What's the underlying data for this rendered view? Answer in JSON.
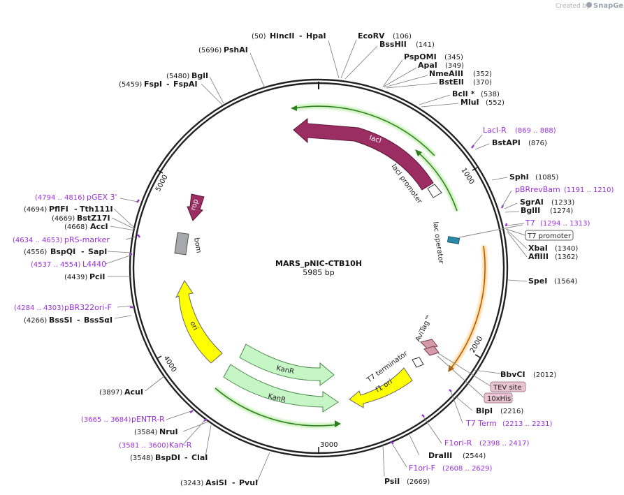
{
  "credit": {
    "prefix": "Created by",
    "brand": "SnapGene"
  },
  "plasmid": {
    "name": "MARS_pNIC-CTB10H",
    "length_label": "5985 bp",
    "length": 5985
  },
  "ticks": [
    "1000",
    "2000",
    "3000",
    "4000",
    "5000"
  ],
  "sites": [
    {
      "name": "HincII",
      "name2": "HpaI",
      "pos": "(50)"
    },
    {
      "name": "EcoRV",
      "pos": "(106)"
    },
    {
      "name": "BssHII",
      "pos": "(141)"
    },
    {
      "name": "PspOMI",
      "pos": "(345)"
    },
    {
      "name": "ApaI",
      "pos": "(349)"
    },
    {
      "name": "NmeAIII",
      "pos": "(352)"
    },
    {
      "name": "BstEII",
      "pos": "(370)"
    },
    {
      "name": "BclI *",
      "pos": "(538)"
    },
    {
      "name": "MluI",
      "pos": "(552)"
    },
    {
      "name": "BstAPI",
      "pos": "(876)"
    },
    {
      "name": "SphI",
      "pos": "(1085)"
    },
    {
      "name": "SgrAI",
      "pos": "(1233)"
    },
    {
      "name": "BglII",
      "pos": "(1274)"
    },
    {
      "name": "XbaI",
      "pos": "(1340)"
    },
    {
      "name": "AflIII",
      "pos": "(1362)"
    },
    {
      "name": "SpeI",
      "pos": "(1564)"
    },
    {
      "name": "BbvCI",
      "pos": "(2012)"
    },
    {
      "name": "BlpI",
      "pos": "(2216)"
    },
    {
      "name": "DraIII",
      "pos": "(2544)"
    },
    {
      "name": "PsiI",
      "pos": "(2669)"
    },
    {
      "name": "AsiSI",
      "name2": "PvuI",
      "pos": "(3243)"
    },
    {
      "name": "BspDI",
      "name2": "ClaI",
      "pos": "(3548)"
    },
    {
      "name": "NruI",
      "pos": "(3584)"
    },
    {
      "name": "AcuI",
      "pos": "(3897)"
    },
    {
      "name": "BssSI",
      "name2": "BssSαI",
      "pos": "(4266)"
    },
    {
      "name": "PciI",
      "pos": "(4439)"
    },
    {
      "name": "BspQI",
      "name2": "SapI",
      "pos": "(4556)"
    },
    {
      "name": "AccI",
      "pos": "(4668)"
    },
    {
      "name": "BstZ17I",
      "pos": "(4669)"
    },
    {
      "name": "PflFI",
      "name2": "Tth111I",
      "pos": "(4694)"
    },
    {
      "name": "FspI",
      "name2": "FspAI",
      "pos": "(5459)"
    },
    {
      "name": "BglI",
      "pos": "(5480)"
    },
    {
      "name": "PshAI",
      "pos": "(5696)"
    }
  ],
  "primers": [
    {
      "name": "LacI-R",
      "range": "(869 .. 888)"
    },
    {
      "name": "pBRrevBam",
      "range": "(1191 .. 1210)"
    },
    {
      "name": "T7",
      "range": "(1294 .. 1313)"
    },
    {
      "name": "T7 Term",
      "range": "(2213 .. 2231)"
    },
    {
      "name": "F1ori-R",
      "range": "(2398 .. 2417)"
    },
    {
      "name": "F1ori-F",
      "range": "(2608 .. 2629)"
    },
    {
      "name": "pENTR-R",
      "range": "(3665 .. 3684)"
    },
    {
      "name": "Kan-R",
      "range": "(3581 .. 3600)"
    },
    {
      "name": "pBR322ori-F",
      "range": "(4284 .. 4303)"
    },
    {
      "name": "L4440",
      "range": "(4537 .. 4554)"
    },
    {
      "name": "pRS-marker",
      "range": "(4634 .. 4653)"
    },
    {
      "name": "pGEX 3'",
      "range": "(4794 .. 4816)"
    }
  ],
  "boxed_features": [
    {
      "name": "T7 promoter"
    },
    {
      "name": "TEV site"
    },
    {
      "name": "10xHis"
    }
  ],
  "features": {
    "lacI": "lacI",
    "lacI_promoter": "lacI promoter",
    "lac_operator": "lac operator",
    "avitag": "AviTag™",
    "t7_terminator": "T7 terminator",
    "f1_ori": "f1 ori",
    "kanR": "KanR",
    "ori": "ori",
    "bom": "bom",
    "rop": "rop"
  },
  "colors": {
    "lacI": "#9b2d63",
    "kanR": "#c6f5c6",
    "ori": "#ffff00",
    "f1_ori": "#ffff00",
    "bom": "#a6a8ab",
    "rop": "#9b2d63",
    "primer": "#9b30d9",
    "lac_operator": "#2b8aa8",
    "tev_box": "#e8c4d0",
    "his_box": "#e8c4d0",
    "avitag": "#d49aaa"
  }
}
